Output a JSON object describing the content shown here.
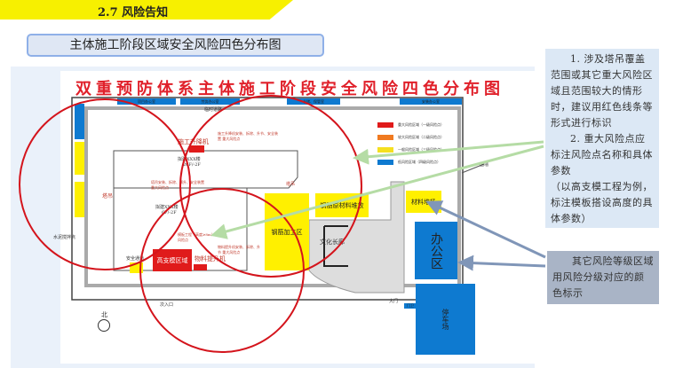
{
  "header": {
    "section": "2.7  风险告知"
  },
  "subtitle": "主体施工阶段区域安全风险四色分布图",
  "map": {
    "title": "双重预防体系主体施工阶段安全风险四色分布图",
    "top_offices": [
      "项目办公室",
      "劳务办公室",
      "仓储、保管室",
      "安装办公室"
    ],
    "road": "临时道路",
    "building1": {
      "name": "拟建XXX楼",
      "floors": "20F/-2F"
    },
    "building2": {
      "name": "拟建XXX楼",
      "floors": "6F/-2F"
    },
    "hoist": "施工升降机",
    "hoist_note": "施工升降机安装、拆除、升节、安全装置 重大风险点",
    "crane_note": "塔吊安装、拆除、顶升、安全装置 重大风险点",
    "crane_label": "塔吊",
    "formwork_note": "模板工程（高度≥8m）重大风险点",
    "high_formwork": "高支模区域",
    "material_hoist": "物料提升机",
    "material_hoist_note": "物料提升机安装、拆除、升节 重大风险点",
    "safety_passage": "安全通道",
    "rebar_area": "钢筋加工区",
    "rebar_storage": "钢筋原材料堆放",
    "material_yard": "材料堆场",
    "culture": "文化长廊",
    "office": "办公区",
    "parking": "停车场",
    "side_entrance": "次入口",
    "main_gate": "大门",
    "guard": "门卫",
    "fence": "围墙",
    "mixer": "水泥搅拌点",
    "north": "北",
    "legend": [
      {
        "label": "重大风险区域（一级风险点）",
        "color": "#e01b1b"
      },
      {
        "label": "较大风险区域（二级风险点）",
        "color": "#f07a20"
      },
      {
        "label": "一般风险区域（三级风险点）",
        "color": "#f5e020"
      },
      {
        "label": "低风险区域（四级风险点）",
        "color": "#0e7ad0"
      }
    ]
  },
  "callouts": {
    "first": "1. 涉及塔吊覆盖范围或其它重大风险区域且范围较大的情形时，建议用红色线条等形式进行标识",
    "second": "2. 重大风险点应标注风险点名称和具体参数",
    "third": "（以高支模工程为例，标注模板搭设高度的具体参数）",
    "other": "其它风险等级区域用风险分级对应的颜色标示"
  }
}
